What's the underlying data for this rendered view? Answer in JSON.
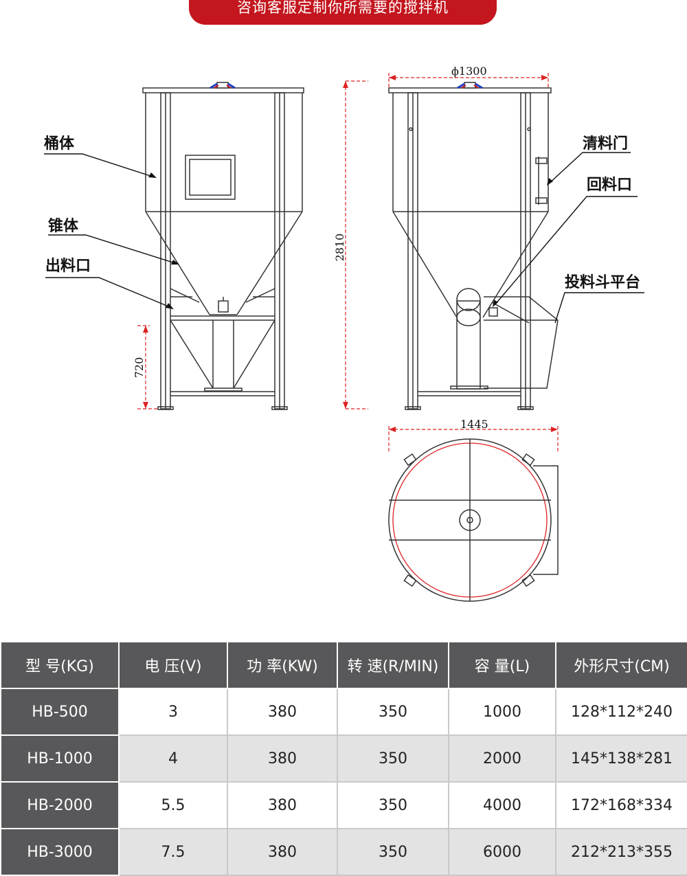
{
  "banner": {
    "text": "咨询客服定制你所需要的搅拌机"
  },
  "drawing": {
    "labels": {
      "barrel": "桶体",
      "cone": "锥体",
      "outlet": "出料口",
      "clean_door": "清料门",
      "return_port": "回料口",
      "hopper_platform": "投料斗平台"
    },
    "dimensions": {
      "diameter": "ϕ1300",
      "height_total": "2810",
      "height_leg": "720",
      "width_plan": "1445"
    }
  },
  "table": {
    "headers": [
      "型  号(KG)",
      "电  压(V)",
      "功  率(KW)",
      "转  速(R/MIN)",
      "容  量(L)",
      "外形尺寸(CM)"
    ],
    "rows": [
      [
        "HB-500",
        "3",
        "380",
        "350",
        "1000",
        "128*112*240"
      ],
      [
        "HB-1000",
        "4",
        "380",
        "350",
        "2000",
        "145*138*281"
      ],
      [
        "HB-2000",
        "5.5",
        "380",
        "350",
        "4000",
        "172*168*334"
      ],
      [
        "HB-3000",
        "7.5",
        "380",
        "350",
        "6000",
        "212*213*355"
      ]
    ]
  }
}
